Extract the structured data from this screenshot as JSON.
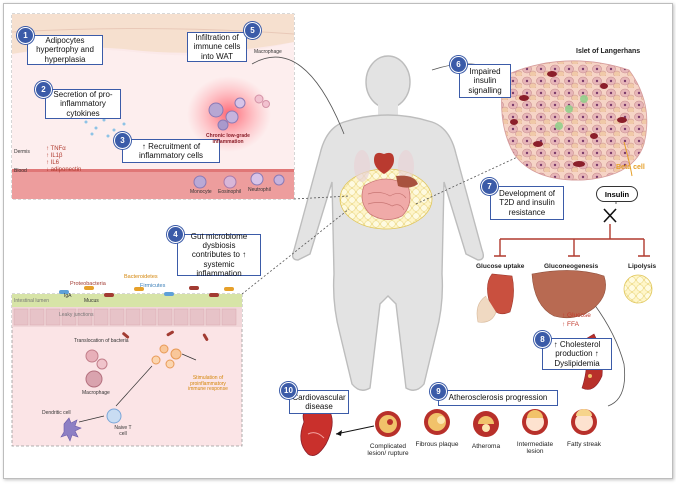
{
  "steps": [
    {
      "num": "1",
      "text": "Adipocytes hypertrophy and hyperplasia"
    },
    {
      "num": "2",
      "text": "Secretion of pro-inflammatory cytokines"
    },
    {
      "num": "3",
      "text": "↑ Recruitment of inflammatory cells"
    },
    {
      "num": "4",
      "text": "Gut microbiome dysbiosis contributes to ↑ systemic inflammation"
    },
    {
      "num": "5",
      "text": "Infiltration of immune cells into WAT"
    },
    {
      "num": "6",
      "text": "Impaired insulin signalling"
    },
    {
      "num": "7",
      "text": "Development of T2D and insulin resistance"
    },
    {
      "num": "8",
      "text": "↑ Cholesterol production ↑ Dyslipidemia"
    },
    {
      "num": "9",
      "text": "Atherosclerosis progression"
    },
    {
      "num": "10",
      "text": "Cardiovascular disease"
    }
  ],
  "cytokines": [
    "↑ TNFα",
    "↑ IL1β",
    "↑ IL6",
    "↓ adiponectin"
  ],
  "wat_labels": {
    "macrophage": "Macrophage",
    "inflammation": "Chronic low-grade inflammation",
    "dermis": "Dermis",
    "blood": "Blood",
    "monocyte": "Monocyte",
    "eosinophil": "Eosinophil",
    "neutrophil": "Neutrophil"
  },
  "gut_labels": {
    "bacteroidetes": "Bacteroidetes",
    "proteobacteria": "Proteobacteria",
    "firmicutes": "Firmicutes",
    "iga": "IgA",
    "mucus": "Mucus",
    "intestinal_lumen": "Intestinal lumen",
    "leaky_junctions": "Leaky junctions",
    "translocation": "Translocation of bacteria",
    "macrophage": "Macrophage",
    "dendritic": "Dendritic cell",
    "naive_t": "Naive T cell",
    "stimulation": "Stimulation of proinflammatory immune response"
  },
  "pancreas": {
    "islet": "Islet of Langerhans",
    "beta_cell": "Beta cell",
    "insulin": "Insulin"
  },
  "targets": {
    "glucose_uptake": "Glucose uptake",
    "gluconeogenesis": "Gluconeogenesis",
    "lipolysis": "Lipolysis",
    "glucose_up": "↑ Glucose",
    "ffa_up": "↑ FFA"
  },
  "athero_stages": [
    {
      "label": "Complicated lesion/ rupture"
    },
    {
      "label": "Fibrous plaque"
    },
    {
      "label": "Atheroma"
    },
    {
      "label": "Intermediate lesion"
    },
    {
      "label": "Fatty streak"
    }
  ],
  "colors": {
    "accent": "#3b5ba8",
    "red": "#b03a2e",
    "orange": "#e6a02a"
  }
}
